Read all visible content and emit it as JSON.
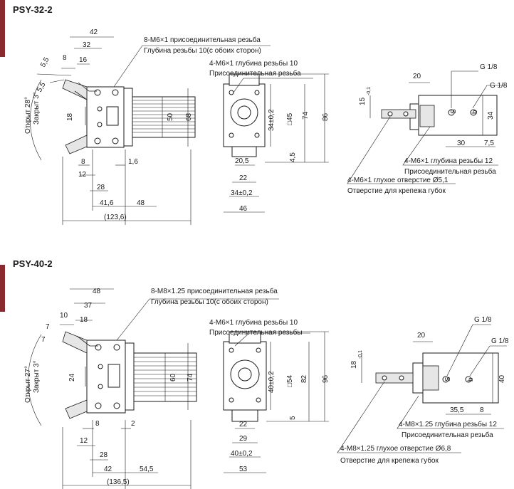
{
  "sections": [
    {
      "title": "PSY-32-2",
      "side_view": {
        "dims": {
          "d42": "42",
          "d32": "32",
          "d16": "16",
          "d8": "8",
          "d55a": "5,5",
          "d55b": "5,5",
          "d18": "18",
          "d50": "50",
          "d68": "68",
          "d8b": "8",
          "d12": "12",
          "d16b": "1,6",
          "d28": "28",
          "d416": "41,6",
          "d48": "48",
          "d1236": "(123,6)"
        },
        "angle_label": "Открыт 28°",
        "angle_label2": "Закрыт 3°",
        "note1": "8-M6×1 присоединительная резьба",
        "note2": "Глубина резьбы 10(с обоих сторон)"
      },
      "front_view": {
        "note1": "4-M6×1 глубина резьбы 10",
        "note2": "Присоединительная резьба",
        "dims": {
          "d34": "34±0,2",
          "sq45": "□45",
          "d74": "74",
          "d86": "86",
          "d205": "20,5",
          "d22": "22",
          "d45": "4,5",
          "d34b": "34±0,2",
          "d46": "46"
        }
      },
      "jaw_view": {
        "dims": {
          "d20": "20",
          "d15": "15",
          "d15tol": "-0,1",
          "d34": "34",
          "d30": "30",
          "d75": "7,5",
          "g1": "G 1/8",
          "g2": "G 1/8",
          "s": "S",
          "b": "b"
        },
        "note1": "4-M6×1 глубина резьбы 12",
        "note2": "Присоединительная резьба",
        "note3": "4-M6×1 глухое отверстие Ø5,1",
        "note4": "Отверстие для крепежа губок"
      }
    },
    {
      "title": "PSY-40-2",
      "side_view": {
        "dims": {
          "d48": "48",
          "d37": "37",
          "d18": "18",
          "d10": "10",
          "d7a": "7",
          "d7b": "7",
          "d24": "24",
          "d60": "60",
          "d74": "74",
          "d8": "8",
          "d2": "2",
          "d12": "12",
          "d28": "28",
          "d42": "42",
          "d545": "54,5",
          "d1365": "(136,5)"
        },
        "angle_label": "Открыт 27°",
        "angle_label2": "Закрыт 3°",
        "note1": "8-M8×1.25 присоединительная резьба",
        "note2": "Глубина резьбы 10(с обоих сторон)"
      },
      "front_view": {
        "note1": "4-M6×1 глубина резьбы 10",
        "note2": "Присоединительная резьбы",
        "dims": {
          "d40": "40±0,2",
          "sq54": "□54",
          "d82": "82",
          "d96": "96",
          "d22": "22",
          "d29": "29",
          "d5": "5",
          "d40b": "40±0,2",
          "d53": "53"
        }
      },
      "jaw_view": {
        "dims": {
          "d20": "20",
          "d18": "18",
          "d18tol": "-0,1",
          "d40": "40",
          "d355": "35,5",
          "d8": "8",
          "g1": "G 1/8",
          "g2": "G 1/8",
          "s": "S",
          "b": "b"
        },
        "note1": "4-M8×1.25 глубина резьбы 12",
        "note2": "Присоединительная резьба",
        "note3": "4-M8×1.25 глухое отверстие Ø6,8",
        "note4": "Отверстие для крепежа губок"
      }
    }
  ]
}
